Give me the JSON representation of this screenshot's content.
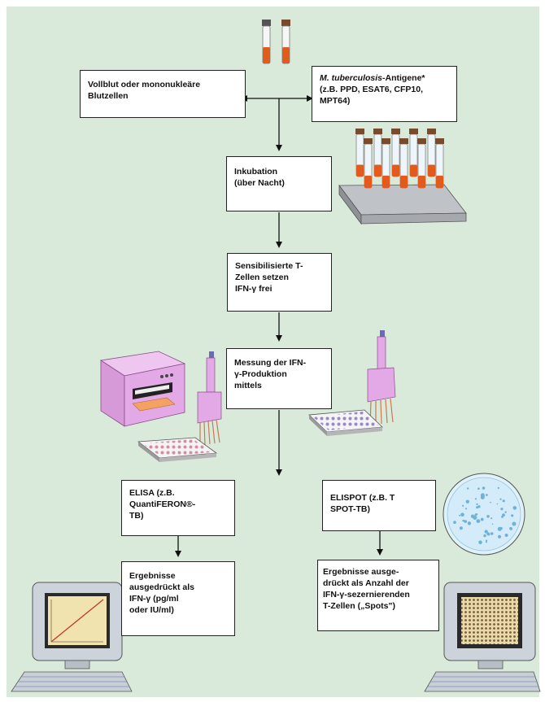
{
  "colors": {
    "background": "#d9eadb",
    "box_border": "#222222",
    "box_fill": "#ffffff",
    "tube_red": "#e25b1c",
    "tube_brown": "#7a4a2c",
    "device_pink": "#e3a9e6",
    "dish_blue": "#6fb2d8"
  },
  "boxes": {
    "sample": {
      "lines": [
        "Vollblut oder mononukleäre",
        "Blutzellen"
      ]
    },
    "antigens": {
      "italic": "M. tuberculosis",
      "rest": "-Antigene*",
      "lines": [
        "(z.B. PPD, ESAT6, CFP10,",
        "MPT64)"
      ]
    },
    "incubation": {
      "lines": [
        "Inkubation",
        "(über Nacht)"
      ]
    },
    "sensitized": {
      "lines": [
        "Sensibilisierte T-",
        "Zellen setzen",
        "IFN-γ frei"
      ]
    },
    "measurement": {
      "lines": [
        "Messung der IFN-",
        "γ-Produktion",
        "mittels"
      ]
    },
    "elisa": {
      "lines": [
        "ELISA (z.B.",
        "QuantiFERON®-",
        "TB)"
      ]
    },
    "elispot": {
      "lines": [
        "ELISPOT (z.B. T",
        "SPOT-TB)"
      ]
    },
    "result_elisa": {
      "lines": [
        "Ergebnisse",
        "ausgedrückt als",
        "IFN-γ (pg/ml",
        "oder IU/ml)"
      ]
    },
    "result_elispot": {
      "lines": [
        "Ergebnisse ausge-",
        "drückt als Anzahl der",
        "IFN-γ-sezernierenden",
        "T-Zellen („Spots\")"
      ]
    }
  },
  "icons": [
    "test-tubes-icon",
    "tube-rack-icon",
    "plate-reader-icon",
    "pipette-icon",
    "microplate-icon",
    "petri-dish-icon",
    "computer-chart-icon",
    "computer-grid-icon"
  ]
}
